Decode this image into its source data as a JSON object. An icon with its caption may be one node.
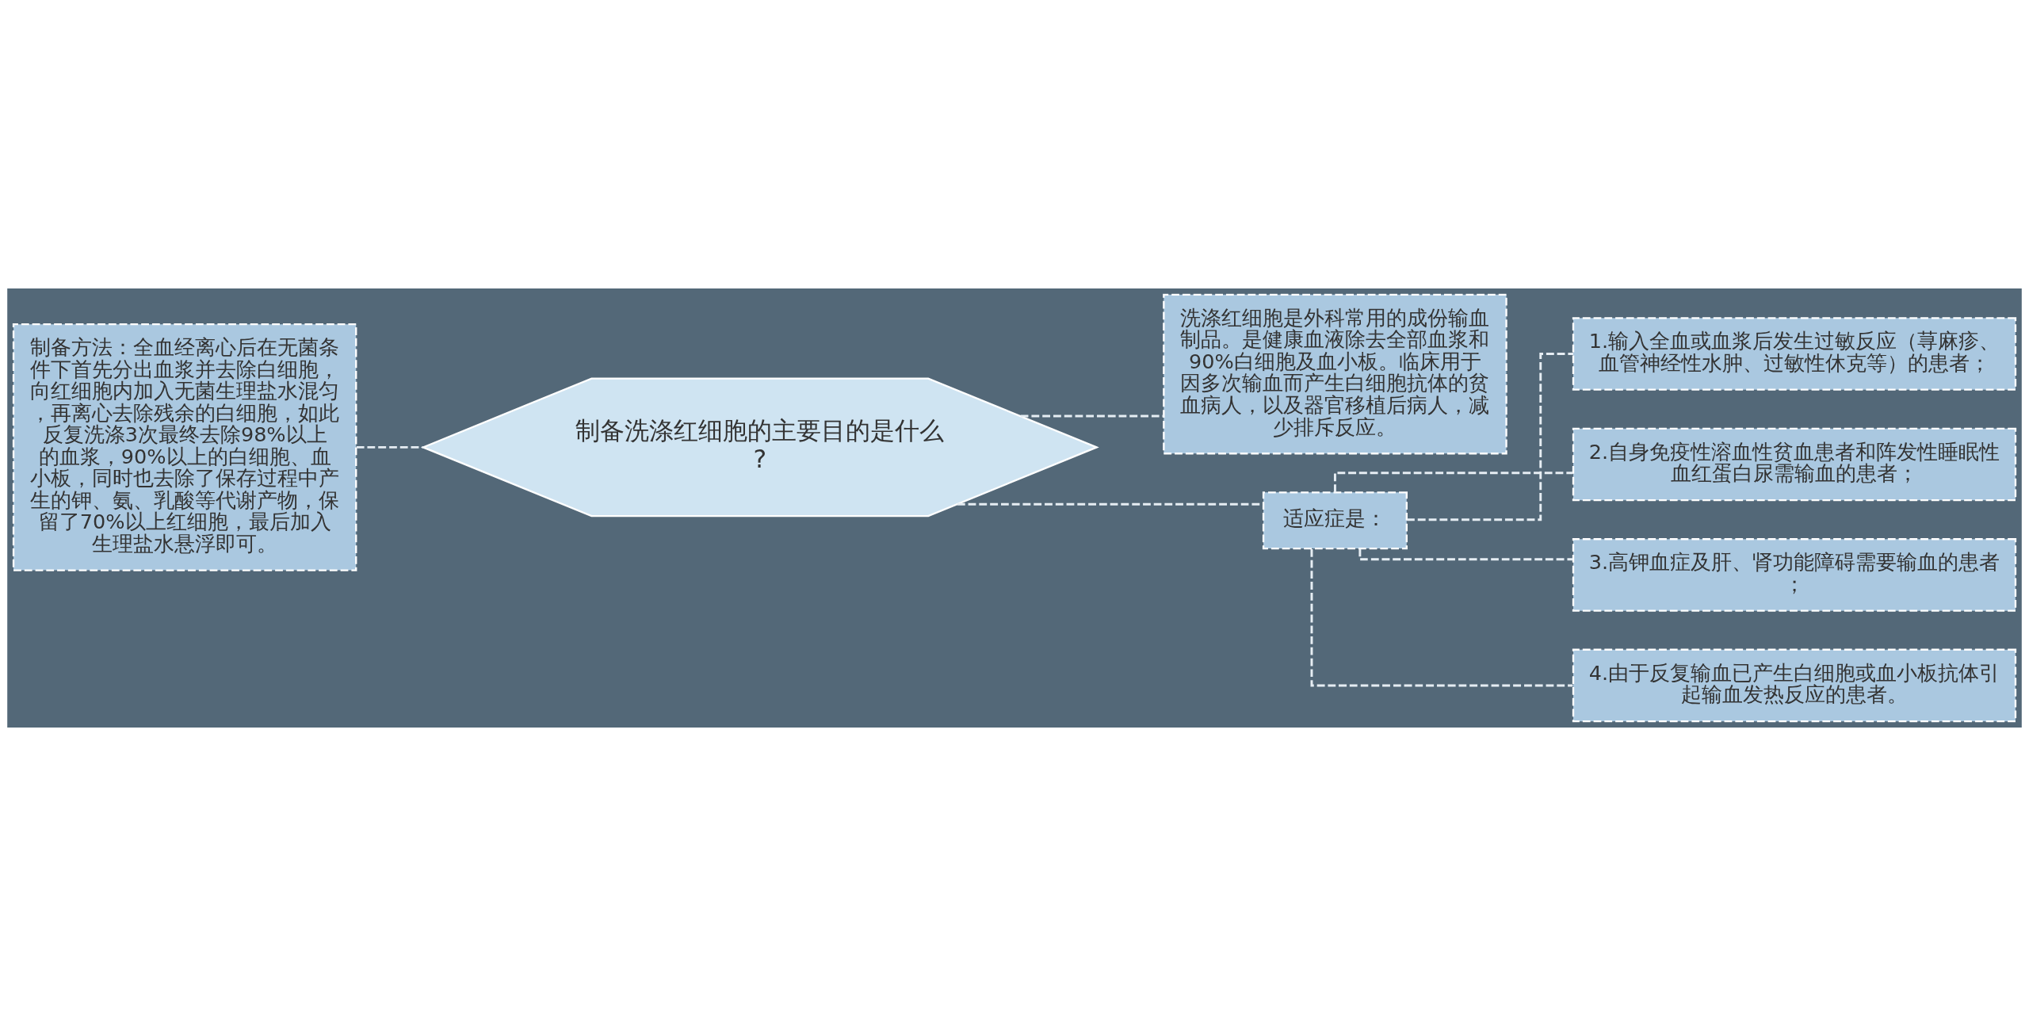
{
  "diagram": {
    "nodes": [
      {
        "text": [
          "制备洗涤红细胞的主要目的是什么?"
        ]
      },
      {
        "text": [
          "制备方法：全血经离心后在无菌条件下首先分出血浆并去除白细胞，向红细胞内加入无菌生理盐水混匀，再离心去除残余的白细胞，如此反复洗涤3次最终去除98%以上的血浆，90%以上的白细胞、血小板，同时也去除了保存过程中产生的钾、氨、乳酸等代谢产物，保留了70%以上红细胞，最后加入生理盐水悬浮即可。"
        ]
      },
      {
        "text": [
          "洗涤红细胞是外科常用的成份输血制品。是健康血液除去全部血浆和90%白细胞及血小板。临床用于因多次输血而产生白细胞抗体的贫血病人，以及器官移植后病人，减少排斥反应。"
        ]
      },
      {
        "text": [
          "适应症是："
        ]
      },
      {
        "text": [
          "1.输入全血或血浆后发生过敏反应（荨麻疹、血管神经性水肿、过敏性休克等）的患者；"
        ]
      },
      {
        "text": [
          "2.自身免疫性溶血性贫血患者和阵发性睡眠性血红蛋白尿需输血的患者；"
        ]
      },
      {
        "text": [
          "3.高钾血症及肝、肾功能障碍需要输血的患者；"
        ]
      },
      {
        "text": [
          "4.由于反复输血已产生白细胞或血小板抗体引起输血发热反应的患者。"
        ]
      }
    ],
    "edges": [
      {
        "from": 0,
        "to": 1,
        "arrow": "none",
        "style": "dashed"
      },
      {
        "from": 0,
        "to": 2,
        "arrow": "none",
        "style": "dashed"
      },
      {
        "from": 0,
        "to": 3,
        "arrow": "none",
        "style": "dashed"
      },
      {
        "from": 3,
        "to": 4,
        "arrow": "none",
        "style": "dashed"
      },
      {
        "from": 3,
        "to": 5,
        "arrow": "none",
        "style": "dashed"
      },
      {
        "from": 3,
        "to": 6,
        "arrow": "none",
        "style": "dashed"
      },
      {
        "from": 3,
        "to": 7,
        "arrow": "none",
        "style": "dashed"
      }
    ]
  }
}
